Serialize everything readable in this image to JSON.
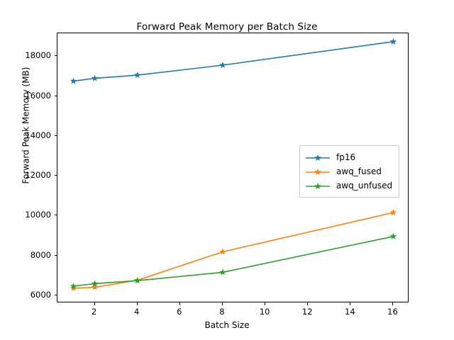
{
  "chart_data": {
    "type": "line",
    "title": "Forward Peak Memory per Batch Size",
    "xlabel": "Batch Size",
    "ylabel": "Forward Peak Memory (MB)",
    "x": [
      1,
      2,
      4,
      8,
      16
    ],
    "xlim": [
      0.25,
      16.75
    ],
    "ylim": [
      5600,
      19150
    ],
    "xticks": [
      2,
      4,
      6,
      8,
      10,
      12,
      14,
      16
    ],
    "xtick_labels": [
      "2",
      "4",
      "6",
      "8",
      "10",
      "12",
      "14",
      "16"
    ],
    "yticks": [
      6000,
      8000,
      10000,
      12000,
      14000,
      16000,
      18000
    ],
    "ytick_labels": [
      "6000",
      "8000",
      "10000",
      "12000",
      "14000",
      "16000",
      "18000"
    ],
    "grid": false,
    "legend_position": "center right",
    "marker": "star",
    "series": [
      {
        "name": "fp16",
        "color": "#1f77b4",
        "values": [
          16750,
          16890,
          17050,
          17550,
          18730
        ]
      },
      {
        "name": "awq_fused",
        "color": "#ff7f0e",
        "values": [
          6350,
          6400,
          6750,
          8180,
          10150
        ]
      },
      {
        "name": "awq_unfused",
        "color": "#2ca02c",
        "values": [
          6450,
          6580,
          6730,
          7150,
          8950
        ]
      }
    ]
  },
  "legend": {
    "items": [
      {
        "label": "fp16",
        "color": "#1f77b4"
      },
      {
        "label": "awq_fused",
        "color": "#ff7f0e"
      },
      {
        "label": "awq_unfused",
        "color": "#2ca02c"
      }
    ]
  }
}
